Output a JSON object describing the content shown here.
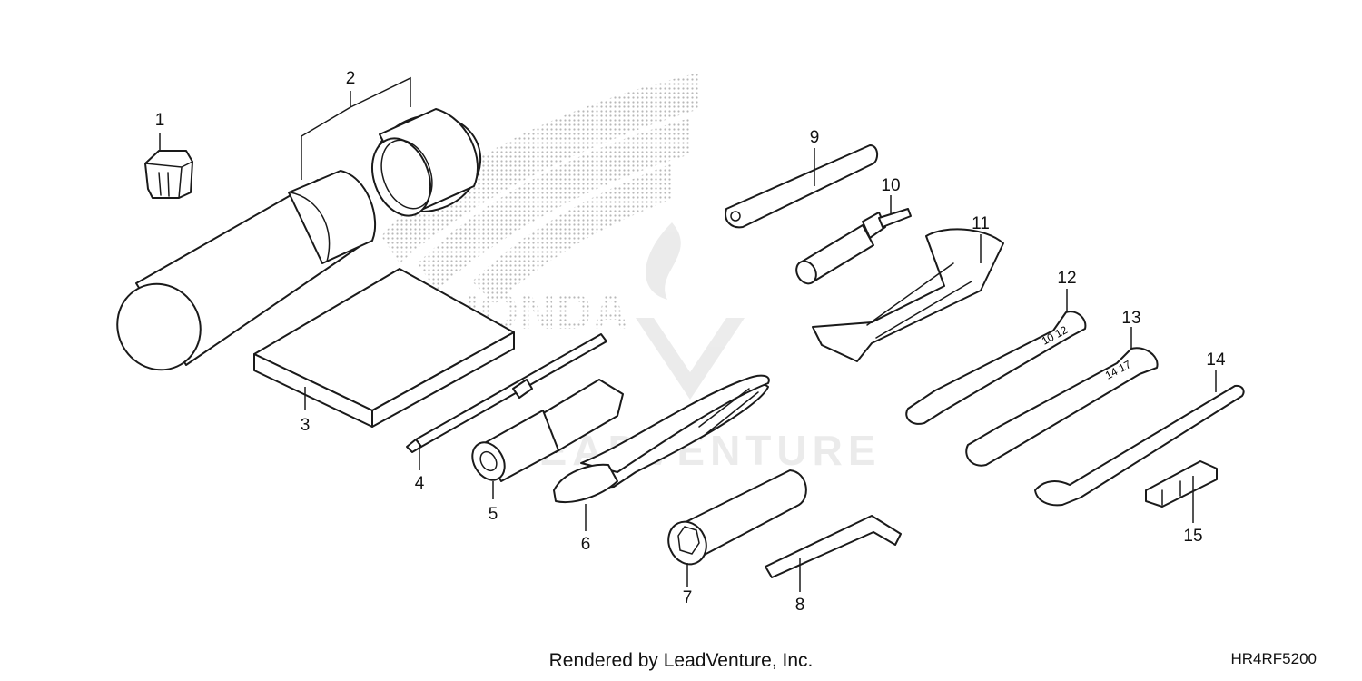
{
  "watermark": {
    "brand": "HONDA",
    "company": "LEADVENTURE"
  },
  "callouts": [
    "1",
    "2",
    "3",
    "4",
    "5",
    "6",
    "7",
    "8",
    "9",
    "10",
    "11",
    "12",
    "13",
    "14",
    "15"
  ],
  "wrench_marks": {
    "w12": "10 12",
    "w13": "14 17"
  },
  "footer": {
    "credit": "Rendered by LeadVenture, Inc.",
    "diagram_code": "HR4RF5200"
  }
}
